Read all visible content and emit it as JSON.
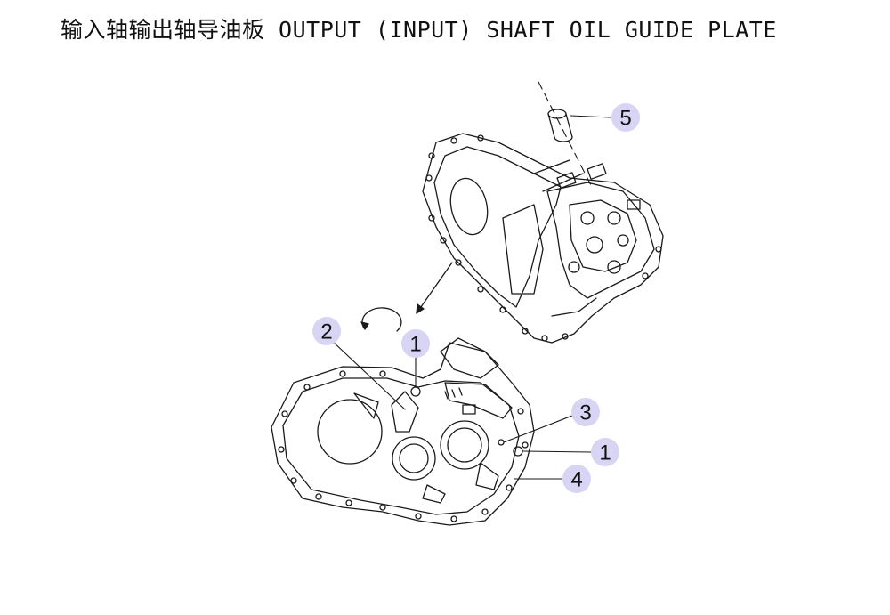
{
  "title": "输入轴输出轴导油板 OUTPUT (INPUT) SHAFT OIL GUIDE PLATE",
  "colors": {
    "line": "#1a1a1a",
    "callout_fill": "#d7d4f4"
  },
  "callouts": [
    {
      "id": "5",
      "label": "5"
    },
    {
      "id": "2",
      "label": "2"
    },
    {
      "id": "1a",
      "label": "1"
    },
    {
      "id": "3",
      "label": "3"
    },
    {
      "id": "1b",
      "label": "1"
    },
    {
      "id": "4",
      "label": "4"
    }
  ]
}
